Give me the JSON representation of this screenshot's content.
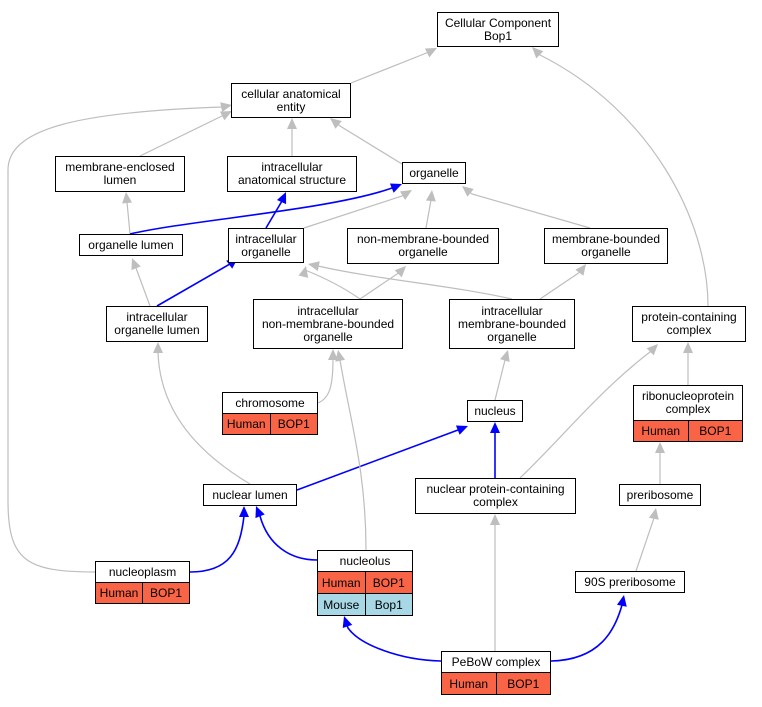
{
  "nodes": {
    "cellular_component": "Cellular Component\nBop1",
    "cellular_anatomical_entity": "cellular anatomical\nentity",
    "membrane_enclosed_lumen": "membrane-enclosed\nlumen",
    "intracellular_anatomical_structure": "intracellular\nanatomical structure",
    "organelle": "organelle",
    "organelle_lumen": "organelle lumen",
    "intracellular_organelle": "intracellular\norganelle",
    "non_membrane_bounded_organelle": "non-membrane-bounded\norganelle",
    "membrane_bounded_organelle": "membrane-bounded\norganelle",
    "intracellular_organelle_lumen": "intracellular\norganelle lumen",
    "intracellular_non_membrane_bounded_organelle": "intracellular\nnon-membrane-bounded\norganelle",
    "intracellular_membrane_bounded_organelle": "intracellular\nmembrane-bounded\norganelle",
    "protein_containing_complex": "protein-containing\ncomplex",
    "chromosome": "chromosome",
    "nucleus": "nucleus",
    "ribonucleoprotein_complex": "ribonucleoprotein\ncomplex",
    "nuclear_lumen": "nuclear lumen",
    "nuclear_protein_containing_complex": "nuclear protein-containing\ncomplex",
    "preribosome": "preribosome",
    "nucleoplasm": "nucleoplasm",
    "nucleolus": "nucleolus",
    "preribosome_90s": "90S preribosome",
    "pebow_complex": "PeBoW complex"
  },
  "annotations": {
    "chromosome": [
      {
        "species": "Human",
        "gene": "BOP1"
      }
    ],
    "ribonucleoprotein_complex": [
      {
        "species": "Human",
        "gene": "BOP1"
      }
    ],
    "nucleoplasm": [
      {
        "species": "Human",
        "gene": "BOP1"
      }
    ],
    "nucleolus": [
      {
        "species": "Human",
        "gene": "BOP1"
      },
      {
        "species": "Mouse",
        "gene": "Bop1"
      }
    ],
    "pebow_complex": [
      {
        "species": "Human",
        "gene": "BOP1"
      }
    ]
  },
  "colors": {
    "edge_gray": "#bebebe",
    "edge_blue": "#0000ff",
    "human": "#fa6446",
    "mouse": "#a8d8e6"
  }
}
